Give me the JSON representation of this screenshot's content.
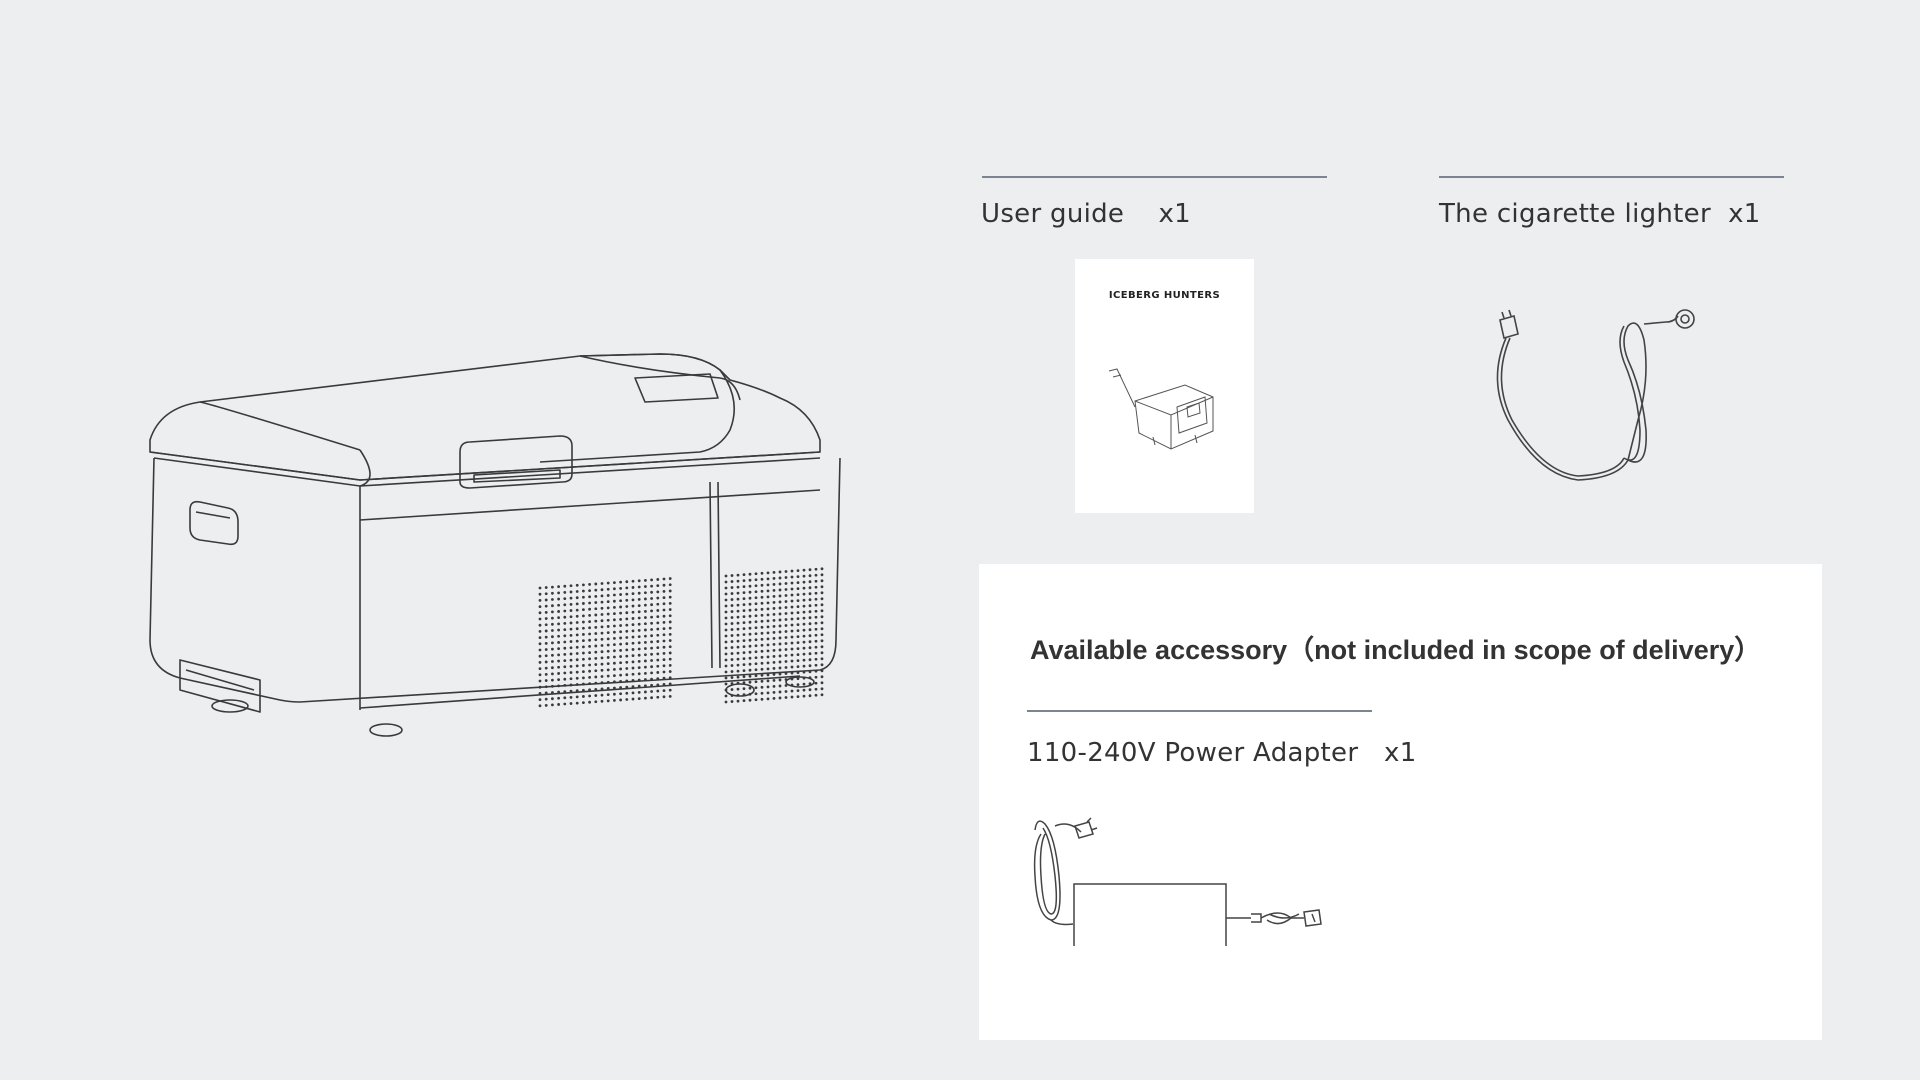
{
  "included": {
    "user_guide": {
      "label": "User guide",
      "qty": "x1",
      "brand": "ICEBERG HUNTERS"
    },
    "cigarette_lighter": {
      "label": "The cigarette lighter",
      "qty": "x1"
    }
  },
  "accessory": {
    "title": "Available accessory（not included in scope of delivery）",
    "power_adapter": {
      "label": "110-240V Power Adapter",
      "qty": "x1"
    }
  },
  "colors": {
    "background": "#edeef0",
    "panel": "#ffffff",
    "divider": "#7c8391",
    "text": "#333333",
    "line_art": "#3a3a3a"
  },
  "icons": [
    "portable-fridge-illustration",
    "user-guide-booklet",
    "cigarette-lighter-cable-icon",
    "power-adapter-icon"
  ]
}
